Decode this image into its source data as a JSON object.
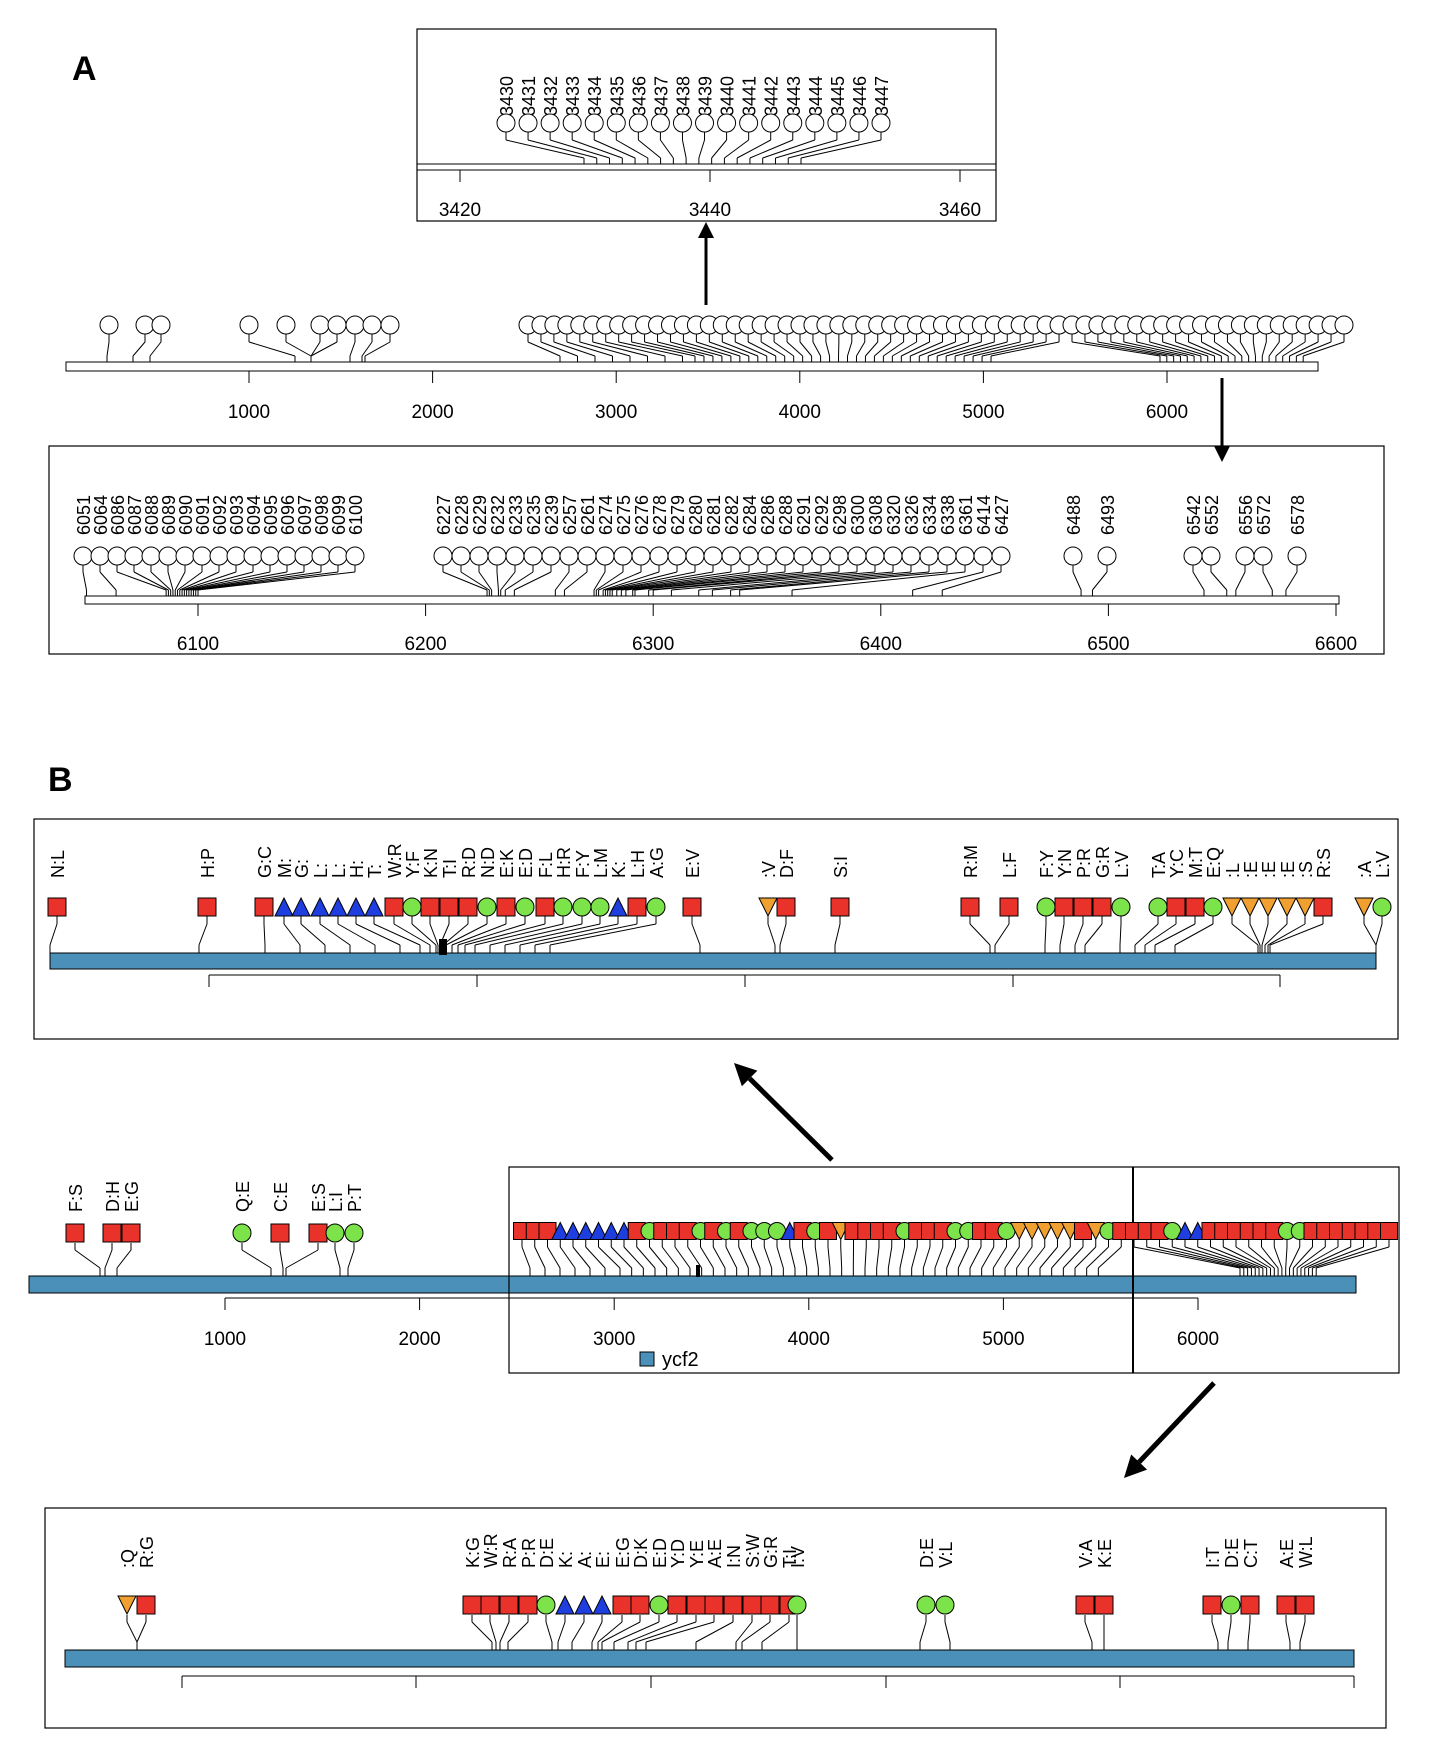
{
  "panels": {
    "a": "A",
    "b": "B"
  },
  "a_zoom_top": {
    "ticks": [
      3420,
      3440,
      3460
    ],
    "labels": [
      "3430",
      "3431",
      "3432",
      "3433",
      "3434",
      "3435",
      "3436",
      "3437",
      "3438",
      "3439",
      "3440",
      "3441",
      "3442",
      "3443",
      "3444",
      "3445",
      "3446",
      "3447"
    ]
  },
  "a_main": {
    "ticks": [
      1000,
      2000,
      3000,
      4000,
      5000,
      6000
    ]
  },
  "a_zoom_bottom": {
    "ticks": [
      6100,
      6200,
      6300,
      6400,
      6500,
      6600
    ],
    "labels": [
      "6051",
      "6064",
      "6086",
      "6087",
      "6088",
      "6089",
      "6090",
      "6091",
      "6092",
      "6093",
      "6094",
      "6095",
      "6096",
      "6097",
      "6098",
      "6099",
      "6100",
      "6227",
      "6228",
      "6229",
      "6232",
      "6233",
      "6235",
      "6239",
      "6257",
      "6261",
      "6274",
      "6275",
      "6276",
      "6278",
      "6279",
      "6280",
      "6281",
      "6282",
      "6284",
      "6286",
      "6288",
      "6291",
      "6292",
      "6298",
      "6300",
      "6308",
      "6320",
      "6326",
      "6334",
      "6338",
      "6361",
      "6414",
      "6427",
      "6488",
      "6493",
      "6542",
      "6552",
      "6556",
      "6572",
      "6578"
    ]
  },
  "b_zoom_top": {
    "sites": [
      {
        "label": "N:L",
        "shape": "square"
      },
      {
        "label": "H:P",
        "shape": "square"
      },
      {
        "label": "G:C",
        "shape": "square"
      },
      {
        "label": "M:",
        "shape": "tri-up"
      },
      {
        "label": "G:",
        "shape": "tri-up"
      },
      {
        "label": "L:",
        "shape": "tri-up"
      },
      {
        "label": "L:",
        "shape": "tri-up"
      },
      {
        "label": "H:",
        "shape": "tri-up"
      },
      {
        "label": "T:",
        "shape": "tri-up"
      },
      {
        "label": "W:R",
        "shape": "square"
      },
      {
        "label": "Y:F",
        "shape": "circle"
      },
      {
        "label": "K:N",
        "shape": "square"
      },
      {
        "label": "T:I",
        "shape": "square"
      },
      {
        "label": "R:D",
        "shape": "square"
      },
      {
        "label": "N:D",
        "shape": "circle"
      },
      {
        "label": "E:K",
        "shape": "square"
      },
      {
        "label": "E:D",
        "shape": "circle"
      },
      {
        "label": "F:L",
        "shape": "square"
      },
      {
        "label": "H:R",
        "shape": "circle"
      },
      {
        "label": "F:Y",
        "shape": "circle"
      },
      {
        "label": "L:M",
        "shape": "circle"
      },
      {
        "label": "K:",
        "shape": "tri-up"
      },
      {
        "label": "L:H",
        "shape": "square"
      },
      {
        "label": "A:G",
        "shape": "circle"
      },
      {
        "label": "E:V",
        "shape": "square"
      },
      {
        "label": ":V",
        "shape": "tri-down"
      },
      {
        "label": "D:F",
        "shape": "square"
      },
      {
        "label": "S:I",
        "shape": "square"
      },
      {
        "label": "R:M",
        "shape": "square"
      },
      {
        "label": "L:F",
        "shape": "square"
      },
      {
        "label": "F:Y",
        "shape": "circle"
      },
      {
        "label": "Y:N",
        "shape": "square"
      },
      {
        "label": "P:R",
        "shape": "square"
      },
      {
        "label": "G:R",
        "shape": "square"
      },
      {
        "label": "L:V",
        "shape": "circle"
      },
      {
        "label": "T:A",
        "shape": "circle"
      },
      {
        "label": "Y:C",
        "shape": "square"
      },
      {
        "label": "M:T",
        "shape": "square"
      },
      {
        "label": "E:Q",
        "shape": "circle"
      },
      {
        "label": ":L",
        "shape": "tri-down"
      },
      {
        "label": ":E",
        "shape": "tri-down"
      },
      {
        "label": ":E",
        "shape": "tri-down"
      },
      {
        "label": ":E",
        "shape": "tri-down"
      },
      {
        "label": ":S",
        "shape": "tri-down"
      },
      {
        "label": "R:S",
        "shape": "square"
      },
      {
        "label": ":A",
        "shape": "tri-down"
      },
      {
        "label": "L:V",
        "shape": "circle"
      }
    ]
  },
  "b_main": {
    "ticks": [
      1000,
      2000,
      3000,
      4000,
      5000,
      6000
    ],
    "legend": "ycf2",
    "sites": [
      {
        "label": "F:S",
        "shape": "square"
      },
      {
        "label": "D:H",
        "shape": "square"
      },
      {
        "label": "E:G",
        "shape": "square"
      },
      {
        "label": "Q:E",
        "shape": "circle"
      },
      {
        "label": "C:E",
        "shape": "square"
      },
      {
        "label": "E:S",
        "shape": "square"
      },
      {
        "label": "L:I",
        "shape": "circle"
      },
      {
        "label": "P:T",
        "shape": "circle"
      }
    ]
  },
  "b_zoom_bottom": {
    "sites": [
      {
        "label": ":Q",
        "shape": "tri-down"
      },
      {
        "label": "R:G",
        "shape": "square"
      },
      {
        "label": "K:G",
        "shape": "square"
      },
      {
        "label": "W:R",
        "shape": "square"
      },
      {
        "label": "R:A",
        "shape": "square"
      },
      {
        "label": "P:R",
        "shape": "square"
      },
      {
        "label": "D:E",
        "shape": "circle"
      },
      {
        "label": "K:",
        "shape": "tri-up"
      },
      {
        "label": "A:",
        "shape": "tri-up"
      },
      {
        "label": "E:",
        "shape": "tri-up"
      },
      {
        "label": "E:G",
        "shape": "square"
      },
      {
        "label": "D:K",
        "shape": "square"
      },
      {
        "label": "E:D",
        "shape": "circle"
      },
      {
        "label": "Y:D",
        "shape": "square"
      },
      {
        "label": "Y:E",
        "shape": "square"
      },
      {
        "label": "A:E",
        "shape": "square"
      },
      {
        "label": "I:N",
        "shape": "square"
      },
      {
        "label": "S:W",
        "shape": "square"
      },
      {
        "label": "G:R",
        "shape": "square"
      },
      {
        "label": "T:I",
        "shape": "square"
      },
      {
        "label": "I:V",
        "shape": "circle"
      },
      {
        "label": "D:E",
        "shape": "circle"
      },
      {
        "label": "V:L",
        "shape": "circle"
      },
      {
        "label": "V:A",
        "shape": "square"
      },
      {
        "label": "K:E",
        "shape": "square"
      },
      {
        "label": "I:T",
        "shape": "square"
      },
      {
        "label": "D:E",
        "shape": "circle"
      },
      {
        "label": "C:T",
        "shape": "square"
      },
      {
        "label": "A:E",
        "shape": "square"
      },
      {
        "label": "W:L",
        "shape": "square"
      }
    ]
  },
  "colors": {
    "square": "#e8322a",
    "circle": "#7de34a",
    "tri-up": "#1f3ee0",
    "tri-down": "#f0a030",
    "bar": "#4a90b8"
  }
}
